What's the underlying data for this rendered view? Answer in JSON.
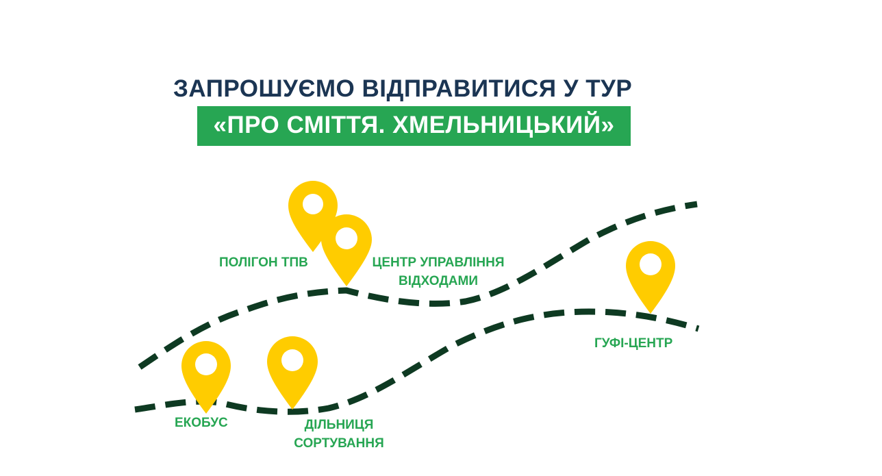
{
  "headline": "ЗАПРОШУЄМО ВІДПРАВИТИСЯ У ТУР",
  "banner": "«ПРО СМІТТЯ. ХМЕЛЬНИЦЬКИЙ»",
  "stops": {
    "landfill": "ПОЛІГОН ТПВ",
    "waste_center_line1": "ЦЕНТР УПРАВЛІННЯ",
    "waste_center_line2": "ВІДХОДАМИ",
    "ecobus": "ЕКОБУС",
    "sorting_line1": "ДІЛЬНИЦЯ",
    "sorting_line2": "СОРТУВАННЯ",
    "gufi": "ГУФІ-ЦЕНТР"
  },
  "colors": {
    "headline": "#1b3553",
    "banner_background": "#27a653",
    "banner_text": "#ffffff",
    "route_dashes": "#0e3a22",
    "pin": "#ffcc00",
    "pin_hole": "#ffffff",
    "stop_labels": "#27a653"
  },
  "icons": {
    "stop_marker": "map-pin-icon"
  }
}
